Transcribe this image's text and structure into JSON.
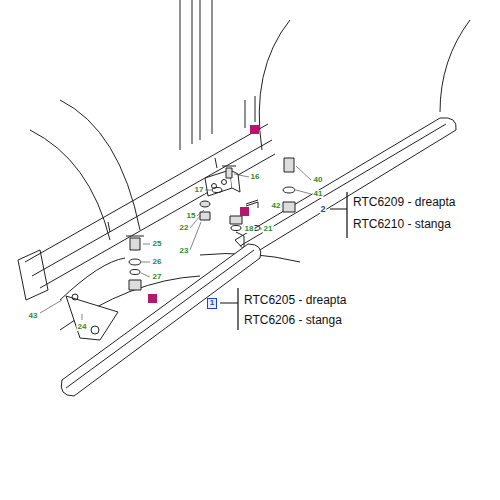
{
  "diagram": {
    "nodes": [
      {
        "text": [
          "1"
        ]
      }
    ],
    "labels": [
      "40",
      "41",
      "42",
      "16",
      "17",
      "21",
      "15",
      "22",
      "18",
      "23",
      "25",
      "26",
      "27",
      "43",
      "24",
      "2",
      "RTC6209 - dreapta",
      "RTC6210 - stanga",
      "RTC6205 - dreapta",
      "RTC6206 - stanga"
    ]
  }
}
